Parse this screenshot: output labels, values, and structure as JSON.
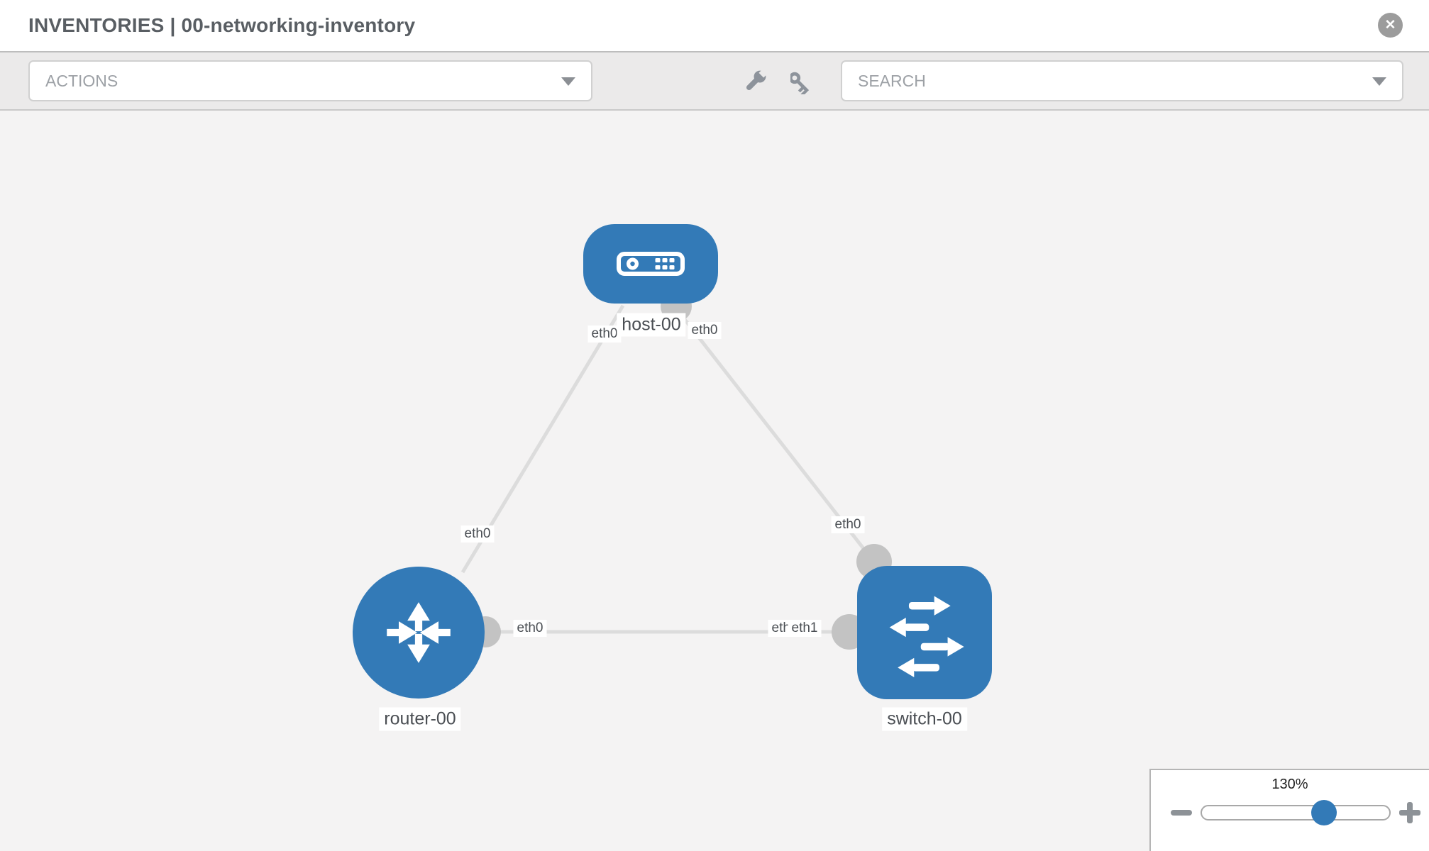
{
  "header": {
    "title": "INVENTORIES | 00-networking-inventory"
  },
  "toolbar": {
    "actions_label": "ACTIONS",
    "search_label": "SEARCH"
  },
  "topology": {
    "nodes": [
      {
        "id": "host-00",
        "label": "host-00",
        "type": "host"
      },
      {
        "id": "router-00",
        "label": "router-00",
        "type": "router"
      },
      {
        "id": "switch-00",
        "label": "switch-00",
        "type": "switch"
      }
    ],
    "links": [
      {
        "source": "router-00",
        "target": "host-00",
        "source_interface": "eth0",
        "target_interface": "eth0"
      },
      {
        "source": "switch-00",
        "target": "host-00",
        "source_interface": "eth0",
        "target_interface": "eth0"
      },
      {
        "source": "router-00",
        "target": "switch-00",
        "source_interface": "eth0",
        "target_interface": "eth1",
        "overlapped_label": "eth0"
      }
    ]
  },
  "zoom_widget": {
    "level": "130%"
  },
  "colors": {
    "node_blue": "#337ab7",
    "link_gray": "#dcdcdc",
    "interface_dot_gray": "#c3c3c3",
    "canvas_bg": "#f4f3f3"
  }
}
